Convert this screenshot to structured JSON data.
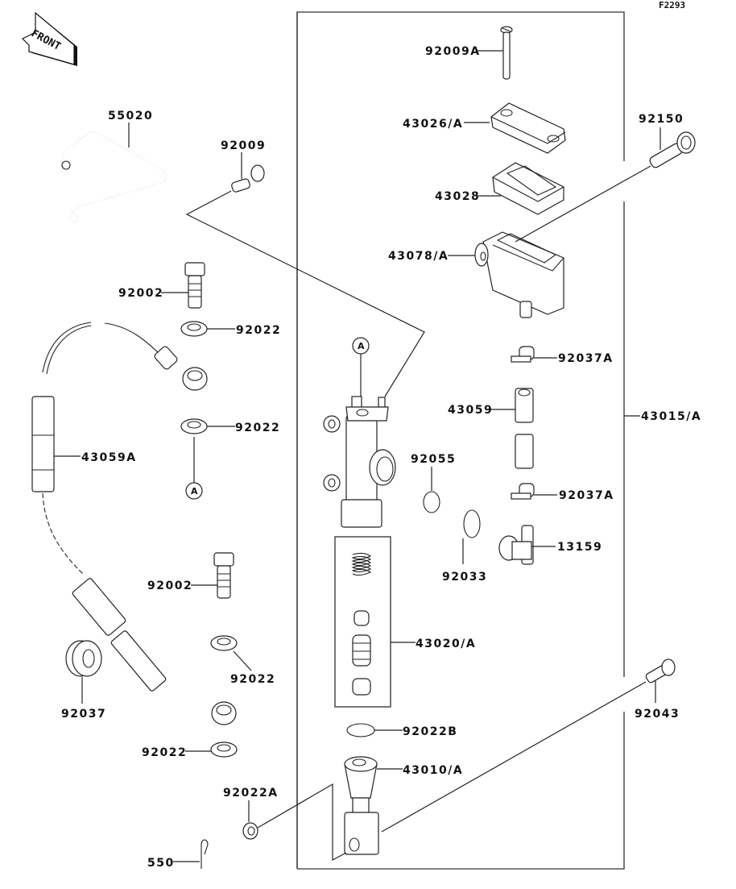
{
  "figure_id": "F2293",
  "front_indicator": "FRONT",
  "reference_marker": "A",
  "parts": {
    "p55020": "55020",
    "p92009": "92009",
    "p92009A": "92009A",
    "p43026A": "43026/A",
    "p43028": "43028",
    "p92150": "92150",
    "p43078A": "43078/A",
    "p92002_top": "92002",
    "p92022_1": "92022",
    "p92022_2": "92022",
    "p43059A": "43059A",
    "p92037A_top": "92037A",
    "p43059": "43059",
    "p43015A": "43015/A",
    "p92055": "92055",
    "p92037A_bottom": "92037A",
    "p13159": "13159",
    "p92033": "92033",
    "p43020A": "43020/A",
    "p92002_bottom": "92002",
    "p92022_3": "92022",
    "p92037": "92037",
    "p92022_4": "92022",
    "p92022B": "92022B",
    "p43010A": "43010/A",
    "p92043": "92043",
    "p92022A": "92022A",
    "p550": "550"
  }
}
